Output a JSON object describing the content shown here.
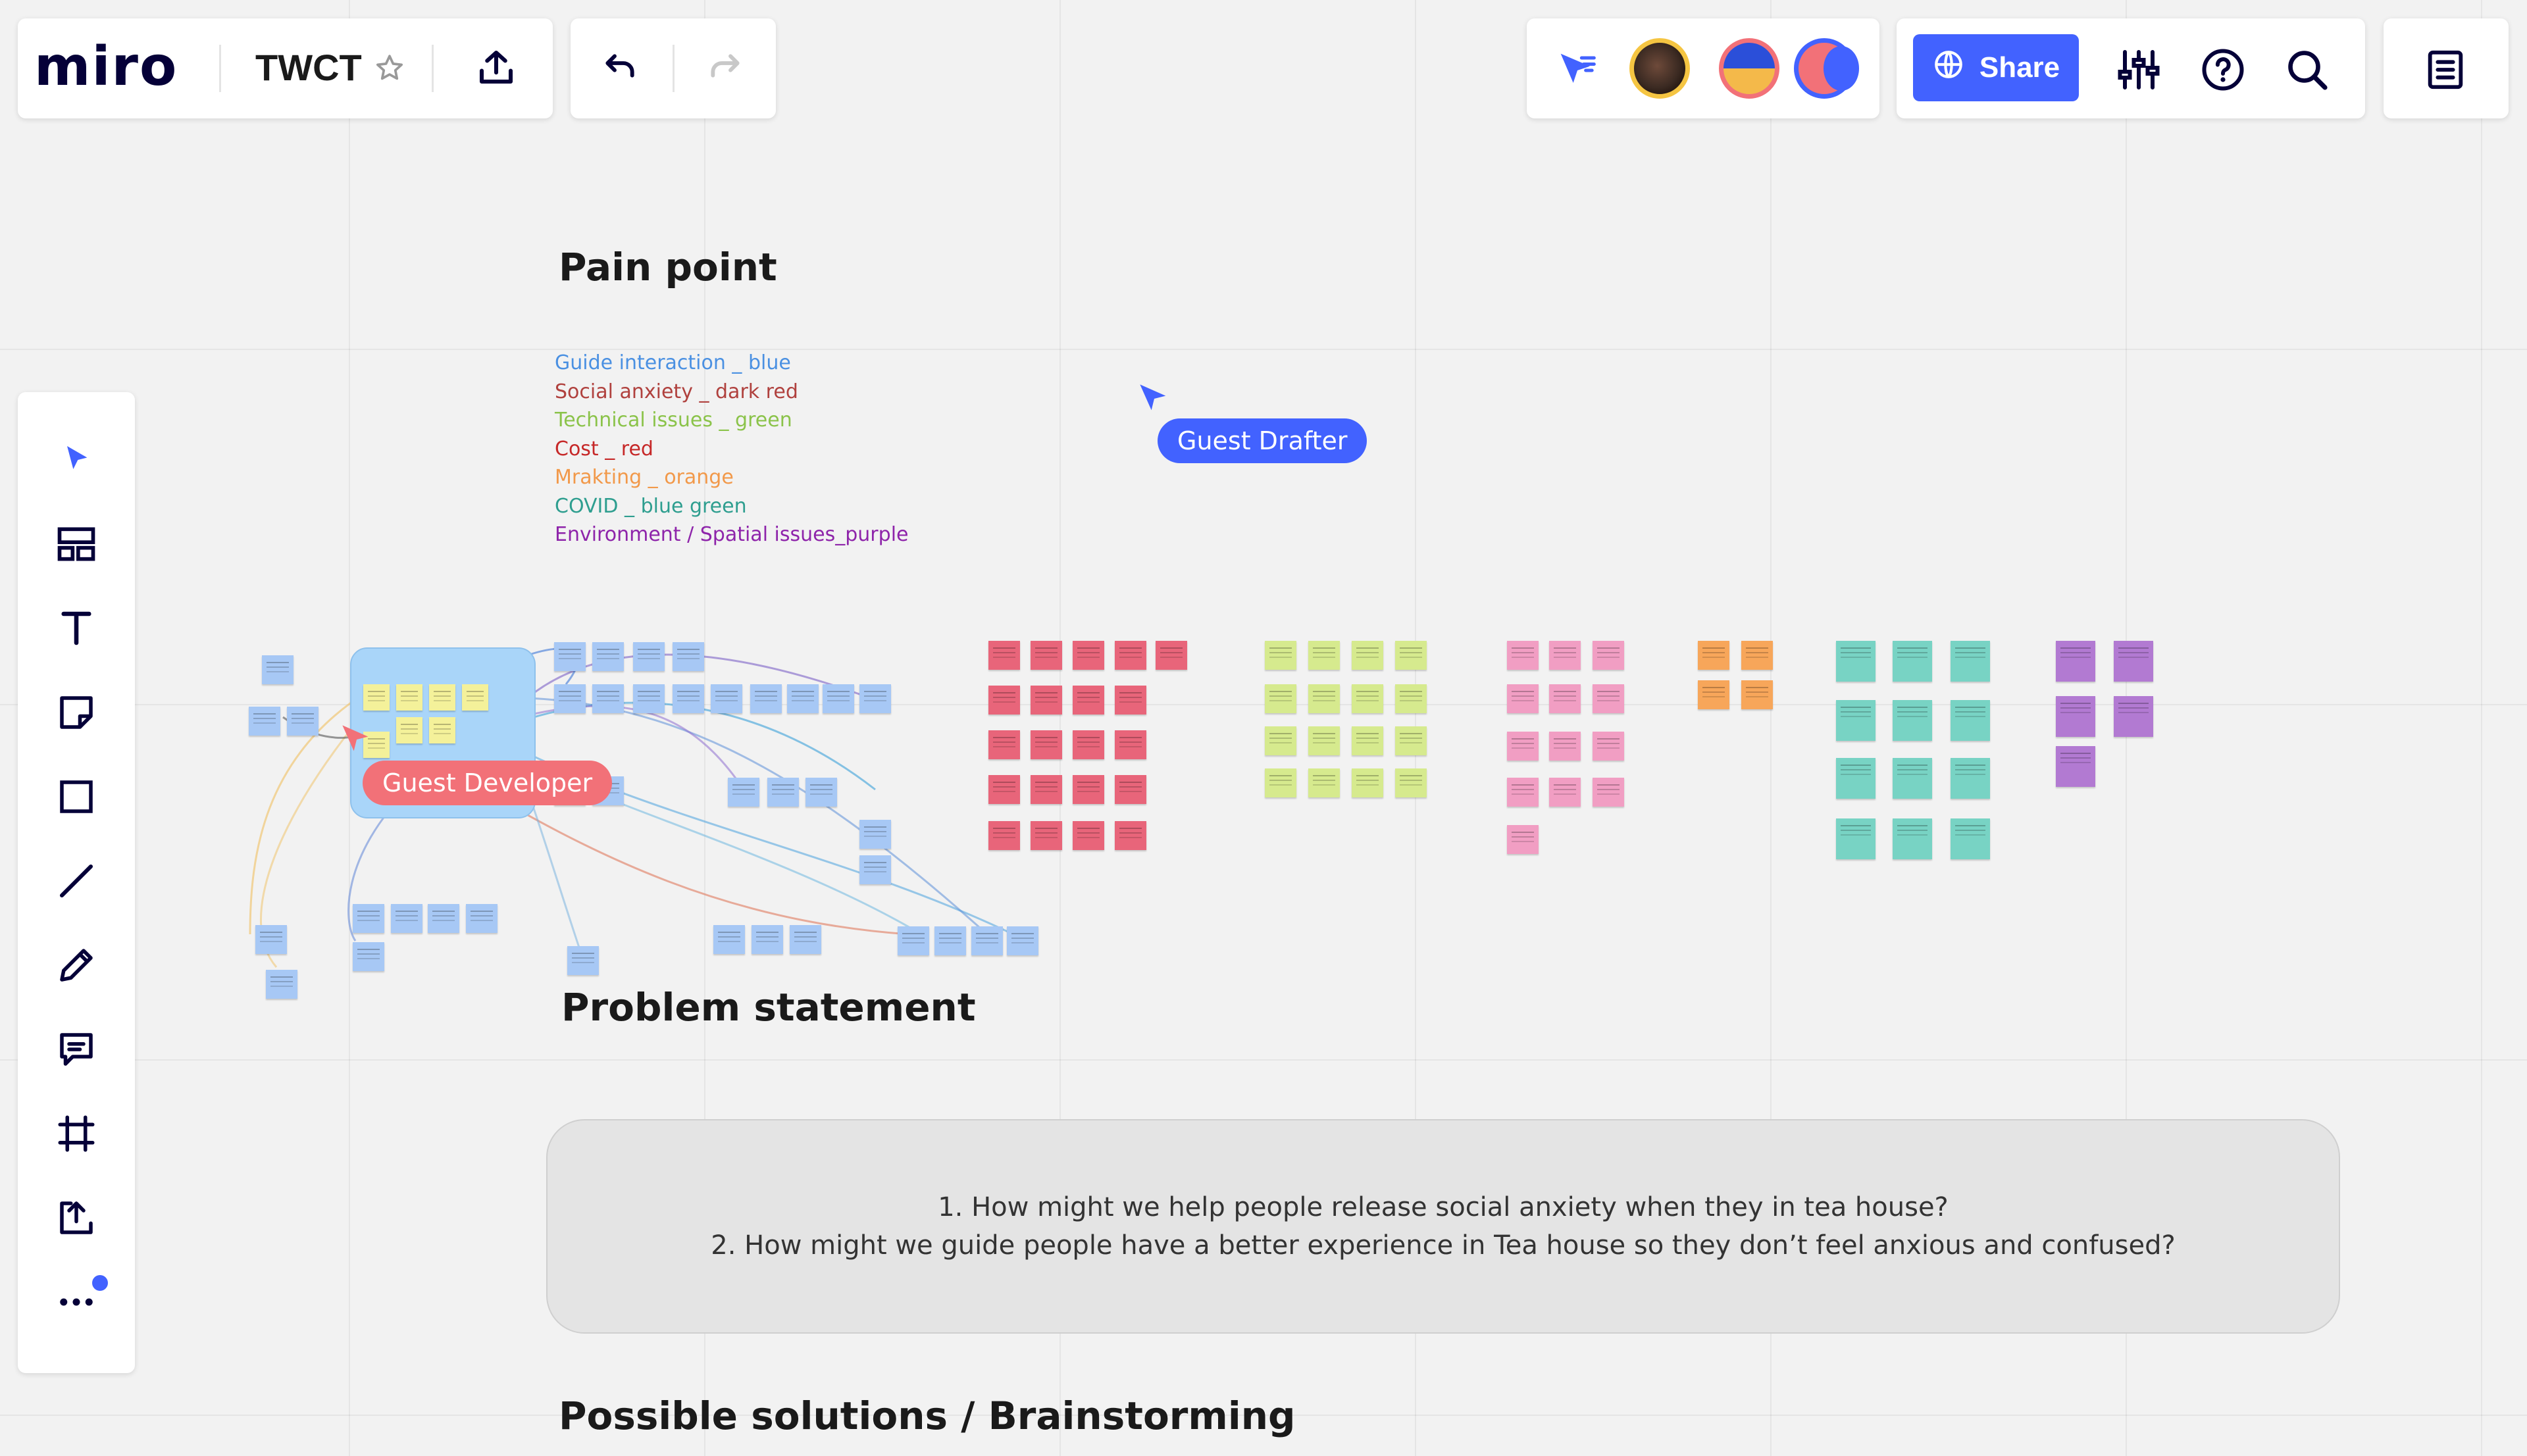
{
  "app": {
    "logo": "miro",
    "board_title": "TWCT",
    "share_label": "Share"
  },
  "colors": {
    "accent": "#4262ff",
    "guest_developer": "#f27178",
    "guest_drafter": "#4262ff"
  },
  "header": {
    "left_icons": [
      "star-icon",
      "upload-icon"
    ],
    "history_icons": [
      "undo-icon",
      "redo-icon"
    ],
    "collab_icons": [
      "reactions-icon"
    ],
    "right_icons": [
      "settings-icon",
      "help-icon",
      "search-icon"
    ],
    "notes_icon": "notes-icon"
  },
  "board": {
    "pain_point_title": "Pain point",
    "legend": [
      {
        "text": "Guide interaction _ blue",
        "color": "#4a90e2"
      },
      {
        "text": "Social anxiety _ dark red",
        "color": "#b0413e"
      },
      {
        "text": "Technical issues _ green",
        "color": "#8bc34a"
      },
      {
        "text": "Cost _ red",
        "color": "#c62828"
      },
      {
        "text": "Mrakting _ orange",
        "color": "#f2994a"
      },
      {
        "text": "COVID _ blue green",
        "color": "#2e9e8f"
      },
      {
        "text": "Environment / Spatial issues_purple",
        "color": "#8e24aa"
      }
    ],
    "problem_title": "Problem statement",
    "problem_lines": [
      "1. How might we help people release social anxiety when they in tea house?",
      "2. How might we guide people have a better experience in Tea house so they don’t feel anxious and confused?"
    ],
    "solutions_title": "Possible solutions / Brainstorming"
  },
  "cursors": {
    "drafter": "Guest Drafter",
    "developer": "Guest Developer"
  },
  "toolbar": {
    "tools": [
      "select-icon",
      "templates-icon",
      "text-icon",
      "sticky-note-icon",
      "shape-icon",
      "line-icon",
      "pen-icon",
      "comment-icon",
      "frame-icon",
      "upload-icon",
      "more-icon"
    ]
  }
}
